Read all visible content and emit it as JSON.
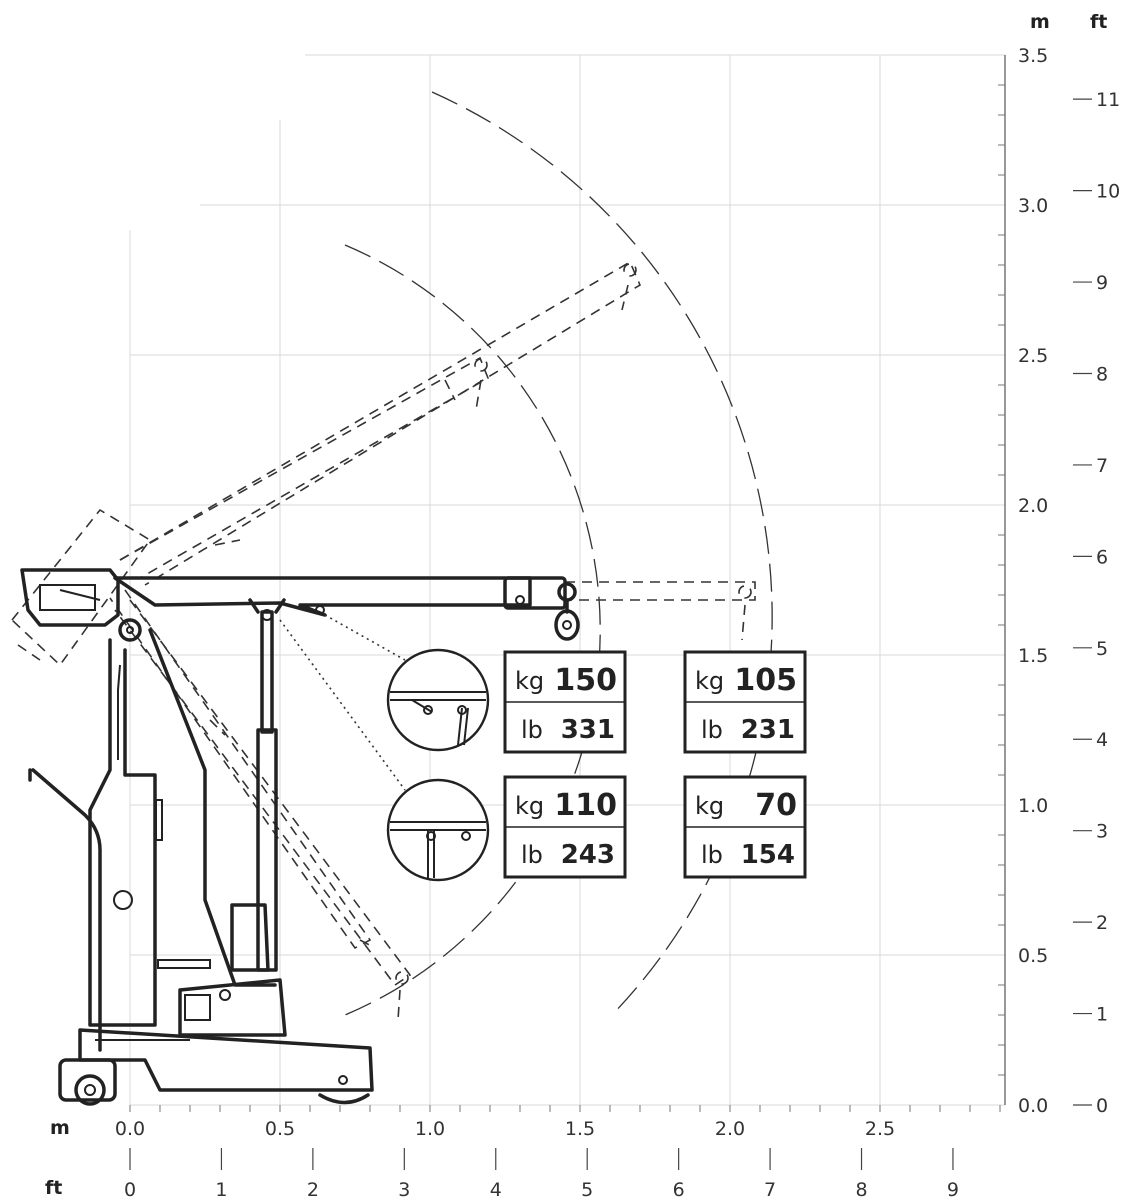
{
  "axes": {
    "left_unit_m": "m",
    "left_unit_ft": "ft",
    "right_unit_m": "m",
    "right_unit_ft": "ft",
    "x_m_ticks": [
      "0.0",
      "0.5",
      "1.0",
      "1.5",
      "2.0",
      "2.5"
    ],
    "x_ft_ticks": [
      "0",
      "1",
      "2",
      "3",
      "4",
      "5",
      "6",
      "7",
      "8",
      "9"
    ],
    "y_m_ticks": [
      "0.0",
      "0.5",
      "1.0",
      "1.5",
      "2.0",
      "2.5",
      "3.0",
      "3.5"
    ],
    "y_ft_ticks": [
      "0",
      "1",
      "2",
      "3",
      "4",
      "5",
      "6",
      "7",
      "8",
      "9",
      "10",
      "11"
    ]
  },
  "capacities": [
    {
      "kg_unit": "kg",
      "kg": "150",
      "lb_unit": "lb",
      "lb": "331"
    },
    {
      "kg_unit": "kg",
      "kg": "105",
      "lb_unit": "lb",
      "lb": "231"
    },
    {
      "kg_unit": "kg",
      "kg": "110",
      "lb_unit": "lb",
      "lb": "243"
    },
    {
      "kg_unit": "kg",
      "kg": "70",
      "lb_unit": "lb",
      "lb": "154"
    }
  ],
  "colors": {
    "line": "#222222",
    "grid": "#d8d8d8",
    "background": "#ffffff"
  }
}
